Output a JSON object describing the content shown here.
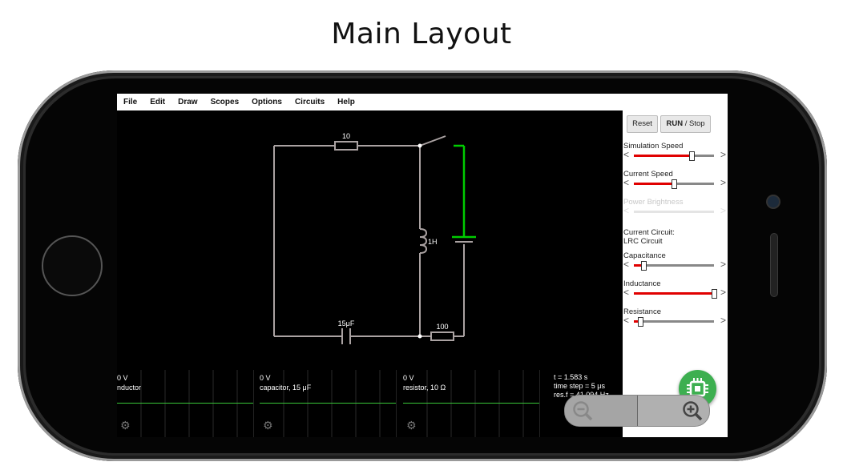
{
  "heading": "Main Layout",
  "menu": [
    "File",
    "Edit",
    "Draw",
    "Scopes",
    "Options",
    "Circuits",
    "Help"
  ],
  "circuit": {
    "resistor_top_label": "10",
    "inductor_label": "1H",
    "capacitor_label": "15μF",
    "resistor_bottom_label": "100"
  },
  "panel": {
    "reset_label": "Reset",
    "run_label": "RUN",
    "stop_label": " / Stop",
    "sim_speed_label": "Simulation Speed",
    "sim_speed_value": 0.72,
    "current_speed_label": "Current Speed",
    "current_speed_value": 0.5,
    "power_brightness_label": "Power Brightness",
    "power_brightness_value": 0,
    "current_circuit_label": "Current Circuit:",
    "current_circuit_name": "LRC Circuit",
    "capacitance_label": "Capacitance",
    "capacitance_value": 0.12,
    "inductance_label": "Inductance",
    "inductance_value": 1.0,
    "resistance_label": "Resistance",
    "resistance_value": 0.08
  },
  "scopes": [
    {
      "voltage": "0 V",
      "name": "nductor"
    },
    {
      "voltage": "0 V",
      "name": "capacitor, 15 μF"
    },
    {
      "voltage": "0 V",
      "name": "resistor, 10 Ω"
    }
  ],
  "scope_info": {
    "t": "t = 1.583 s",
    "time_step": "time step = 5 μs",
    "res_f": "res.f = 41.094 Hz"
  },
  "colors": {
    "accent_green": "#3daf50",
    "wire": "#aaa2a2",
    "active_wire": "#00cc00",
    "slider_fill": "#e00000"
  },
  "icons": {
    "fab": "chip-icon",
    "zoom_out": "zoom-out-icon",
    "zoom_in": "zoom-in-icon",
    "scope_settings": "gear-icon"
  }
}
